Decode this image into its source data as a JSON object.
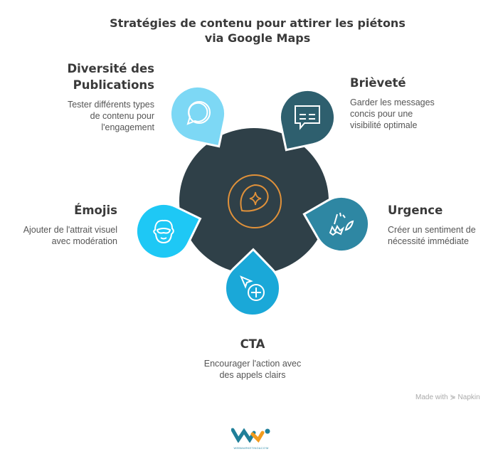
{
  "title": {
    "line1": "Stratégies de contenu pour attirer les piétons",
    "line2": "via Google Maps"
  },
  "items": [
    {
      "title1": "Diversité des",
      "title2": "Publications",
      "desc": [
        "Tester différents types",
        "de contenu pour",
        "l'engagement"
      ],
      "color": "#7dd8f5",
      "icon": "chat-bubbles-icon"
    },
    {
      "title1": "Brièveté",
      "desc": [
        "Garder les messages",
        "concis pour une",
        "visibilité optimale"
      ],
      "color": "#2e5f6e",
      "icon": "message-box-icon"
    },
    {
      "title1": "Émojis",
      "desc": [
        "Ajouter de l'attrait visuel",
        "avec modération"
      ],
      "color": "#1ec8f5",
      "icon": "emoji-face-icon"
    },
    {
      "title1": "Urgence",
      "desc": [
        "Créer un sentiment de",
        "nécessité immédiate"
      ],
      "color": "#2e87a3",
      "icon": "burst-icon"
    },
    {
      "title1": "CTA",
      "desc": [
        "Encourager l'action avec",
        "des appels clairs"
      ],
      "color": "#1aa8d8",
      "icon": "cursor-plus-icon"
    }
  ],
  "hub": {
    "color": "#2f4048",
    "accent": "#e0913a",
    "icon": "map-pin-star-icon"
  },
  "footer": {
    "made_with": "Made with",
    "brand": "Napkin"
  },
  "logo": {
    "text": "WEBMARKETING&CO'M"
  }
}
